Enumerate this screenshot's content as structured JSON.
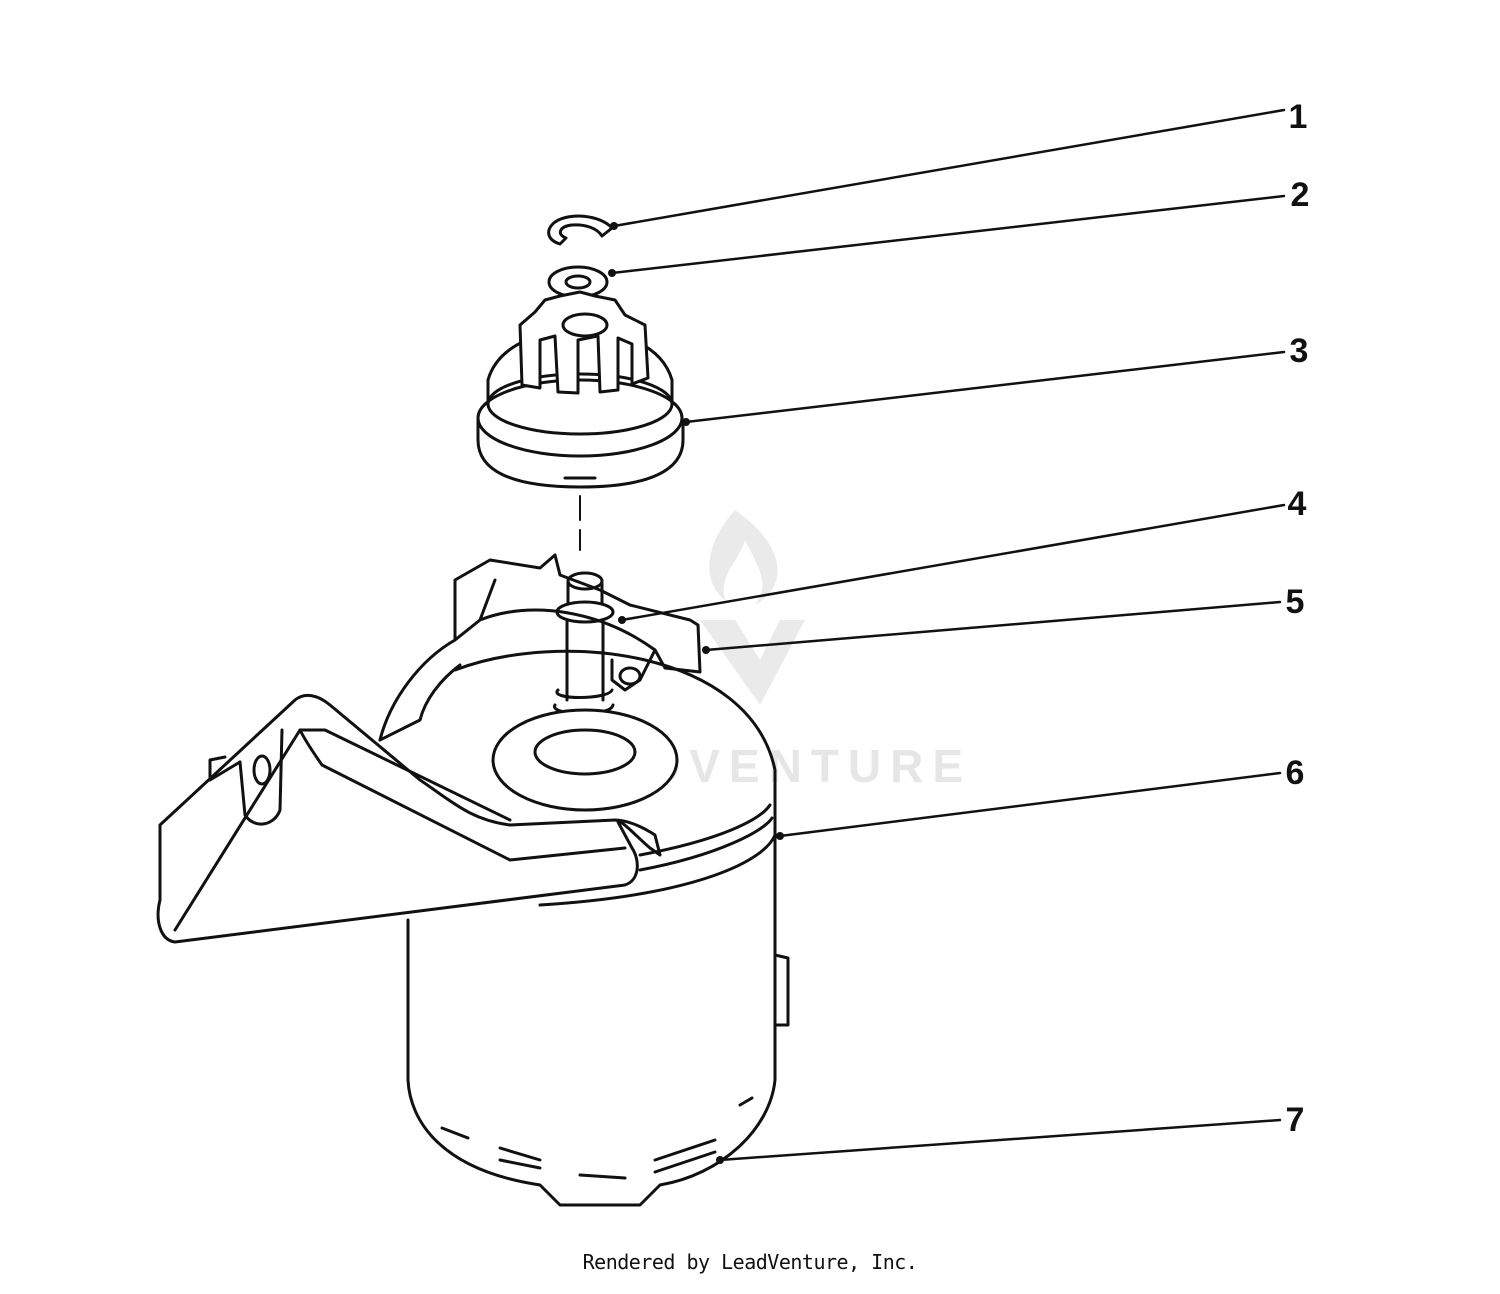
{
  "diagram": {
    "callouts": [
      {
        "label": "1"
      },
      {
        "label": "2"
      },
      {
        "label": "3"
      },
      {
        "label": "4"
      },
      {
        "label": "5"
      },
      {
        "label": "6"
      },
      {
        "label": "7"
      }
    ]
  },
  "watermark": {
    "text": "LEADVENTURE"
  },
  "footer": {
    "text": "Rendered by LeadVenture, Inc."
  },
  "colors": {
    "line": "#111111",
    "watermark": "#e6e6e6",
    "background": "#ffffff"
  }
}
